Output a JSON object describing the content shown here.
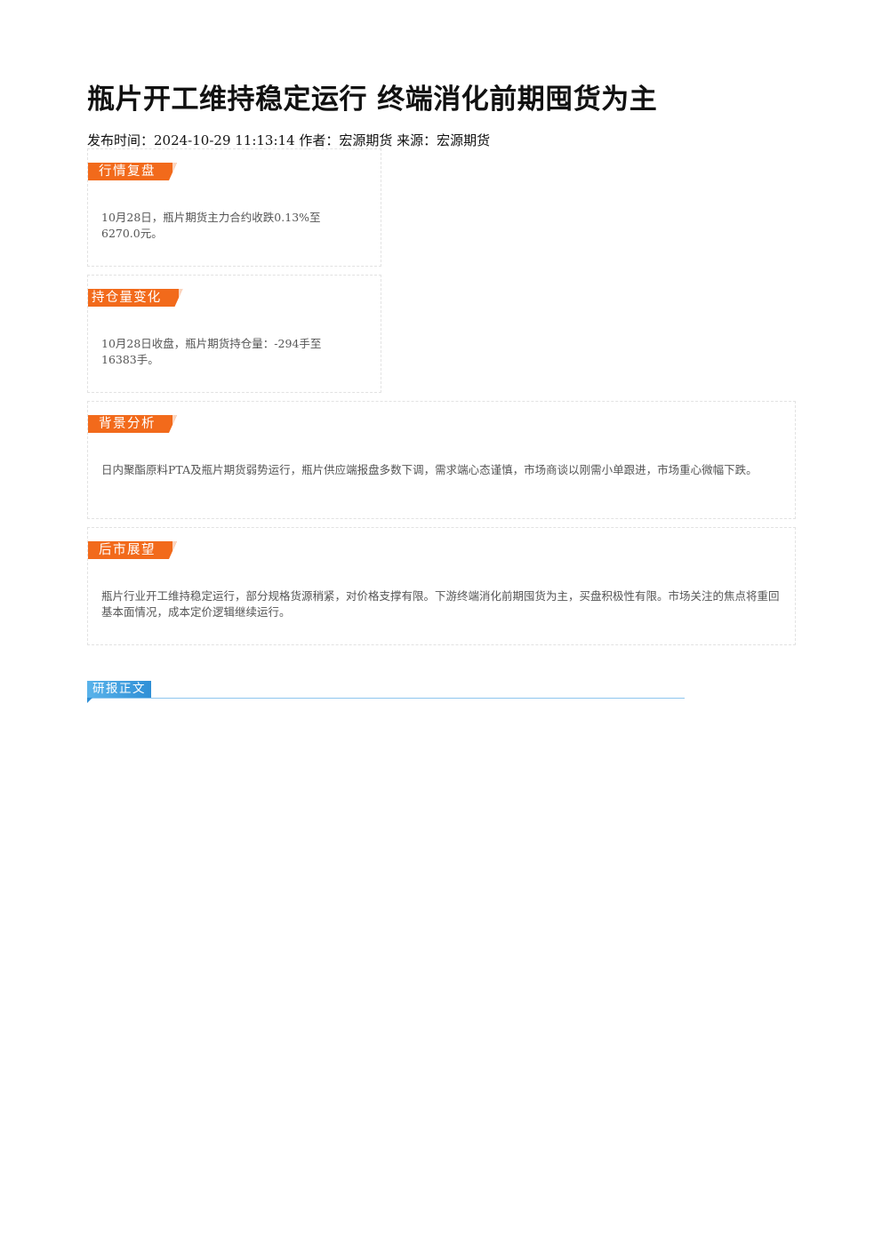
{
  "article": {
    "title": "瓶片开工维持稳定运行 终端消化前期囤货为主",
    "meta": "发布时间：2024-10-29 11:13:14 作者：宏源期货 来源：宏源期货"
  },
  "cards": [
    {
      "label": "行情复盘",
      "text": "10月28日，瓶片期货主力合约收跌0.13%至6270.0元。"
    },
    {
      "label": "持仓量变化",
      "text": "10月28日收盘，瓶片期货持仓量：-294手至16383手。"
    },
    {
      "label": "背景分析",
      "text": "日内聚酯原料PTA及瓶片期货弱势运行，瓶片供应端报盘多数下调，需求端心态谨慎，市场商谈以刚需小单跟进，市场重心微幅下跌。"
    },
    {
      "label": "后市展望",
      "text": "瓶片行业开工维持稳定运行，部分规格货源稍紧，对价格支撑有限。下游终端消化前期囤货为主，买盘积极性有限。市场关注的焦点将重回基本面情况，成本定价逻辑继续运行。"
    }
  ],
  "report_section": {
    "label": "研报正文"
  },
  "colors": {
    "label_orange": "#f26a1b",
    "label_blue": "#2f8fd6"
  }
}
